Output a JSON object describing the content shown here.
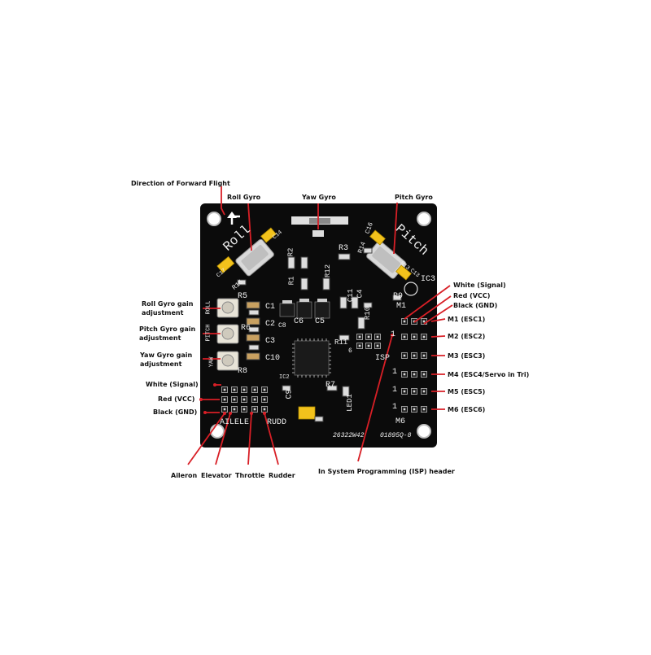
{
  "labels": {
    "direction": "Direction of Forward Flight",
    "roll_gyro": "Roll Gyro",
    "yaw_gyro": "Yaw Gyro",
    "pitch_gyro": "Pitch Gyro",
    "roll_gain_1": "Roll Gyro gain",
    "roll_gain_2": "adjustment",
    "pitch_gain_1": "Pitch Gyro gain",
    "pitch_gain_2": "adjustment",
    "yaw_gain_1": "Yaw Gyro gain",
    "yaw_gain_2": "adjustment",
    "left_white": "White (Signal)",
    "left_red": "Red (VCC)",
    "left_black": "Black (GND)",
    "aileron": "Aileron",
    "elevator": "Elevator",
    "throttle": "Throttle",
    "rudder": "Rudder",
    "isp": "In System Programming (ISP) header",
    "right_white": "White (Signal)",
    "right_red": "Red (VCC)",
    "right_black": "Black (GND)",
    "m1": "M1 (ESC1)",
    "m2": "M2 (ESC2)",
    "m3": "M3 (ESC3)",
    "m4": "M4 (ESC4/Servo in Tri)",
    "m5": "M5 (ESC5)",
    "m6": "M6 (ESC6)"
  },
  "silkscreen": {
    "roll": "Roll",
    "pitch": "Pitch",
    "c14": "C14",
    "c16": "C16",
    "c17": "C17",
    "c13": "C13",
    "r15": "R15",
    "r14": "R14",
    "r3": "R3",
    "r2": "R2",
    "r12": "R12",
    "r1": "R1",
    "r13": "R13",
    "ic3": "IC3",
    "r5": "R5",
    "r6": "R6",
    "r8": "R8",
    "c1": "C1",
    "c2": "C2",
    "c3": "C3",
    "c10": "C10",
    "c6": "C6",
    "c5": "C5",
    "c8": "C8",
    "c11": "C11",
    "c4": "C4",
    "r10": "R10",
    "r9": "R9",
    "m1": "M1",
    "r11": "R11",
    "isp": "ISP",
    "ic2": "IC2",
    "c9": "C9",
    "r7": "R7",
    "led1": "LED1",
    "ailele": "AILELE",
    "rudd": "RUDD",
    "m6": "M6",
    "pot_roll": "ROLL",
    "pot_pitch": "PITCH",
    "pot_yaw": "YAW",
    "board_id": "26322W42",
    "board_id2": "01895Q-8",
    "one": "1",
    "six": "6"
  },
  "colors": {
    "board": "#0b0b0b",
    "leader": "#d81f26",
    "silk": "#f0f0f0",
    "tantalum": "#f2c21c",
    "pot": "#e8e4d8"
  }
}
